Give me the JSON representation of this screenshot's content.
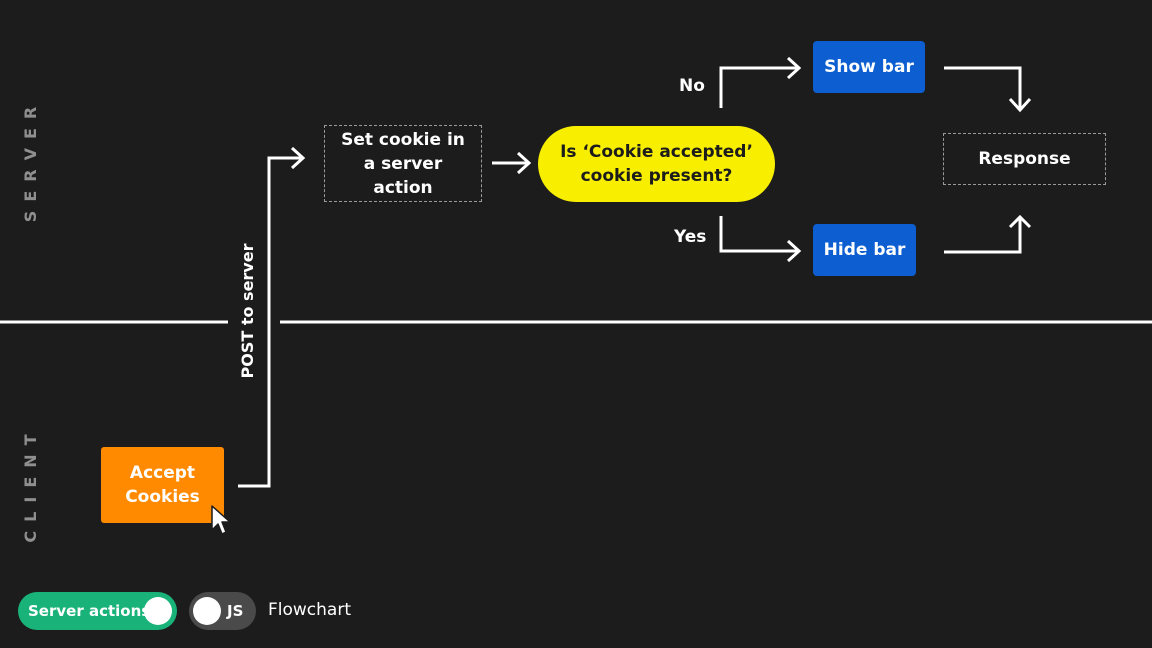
{
  "lanes": {
    "server": "SERVER",
    "client": "CLIENT"
  },
  "nodes": {
    "accept_cookies": "Accept Cookies",
    "set_cookie": "Set cookie in a server action",
    "decision": "Is ‘Cookie accepted’ cookie present?",
    "show_bar": "Show bar",
    "hide_bar": "Hide bar",
    "response": "Response"
  },
  "edges": {
    "post_to_server": "POST to server",
    "no": "No",
    "yes": "Yes"
  },
  "toggles": {
    "server_actions": {
      "label": "Server actions",
      "state": "on"
    },
    "js": {
      "label": "JS",
      "state": "off"
    }
  },
  "mode_label": "Flowchart",
  "colors": {
    "background": "#1c1c1c",
    "decision": "#f7ee00",
    "action": "#0d5fd1",
    "client_action": "#ff8a00",
    "toggle_on": "#19b37a",
    "toggle_off": "#4a4a4a"
  }
}
